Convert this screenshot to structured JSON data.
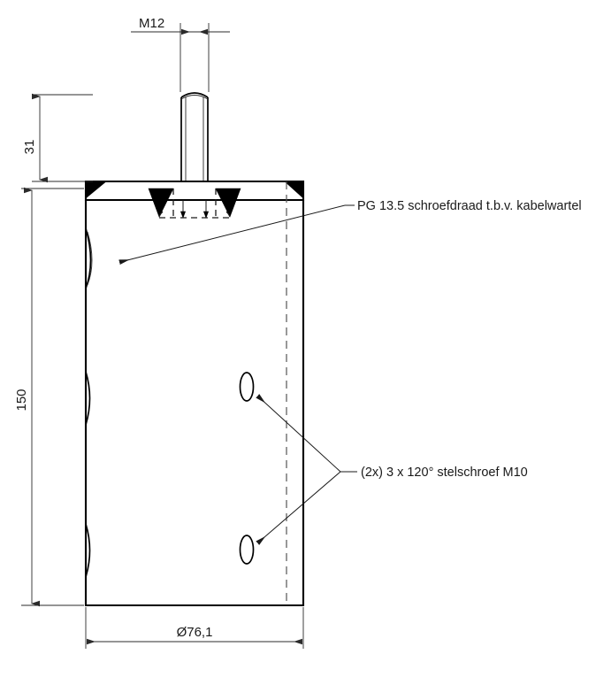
{
  "drawing": {
    "title": "Sensor housing dimensioned side view",
    "background_color": "#ffffff",
    "line_color": "#000000",
    "dimensions": {
      "thread_top": {
        "label": "M12",
        "name": "top-thread-dimension"
      },
      "stud_height": {
        "label": "31",
        "name": "stud-height-dimension",
        "orientation": "vertical"
      },
      "body_height": {
        "label": "150",
        "name": "body-height-dimension",
        "orientation": "vertical"
      },
      "body_diameter": {
        "label": "Ø76,1",
        "name": "body-diameter-dimension"
      }
    },
    "annotations": [
      {
        "id": "cable-gland-note",
        "label": "PG 13.5 schroefdraad t.b.v. kabelwartel"
      },
      {
        "id": "set-screw-note",
        "label": "(2x) 3 x 120° stelschroef M10"
      }
    ]
  }
}
